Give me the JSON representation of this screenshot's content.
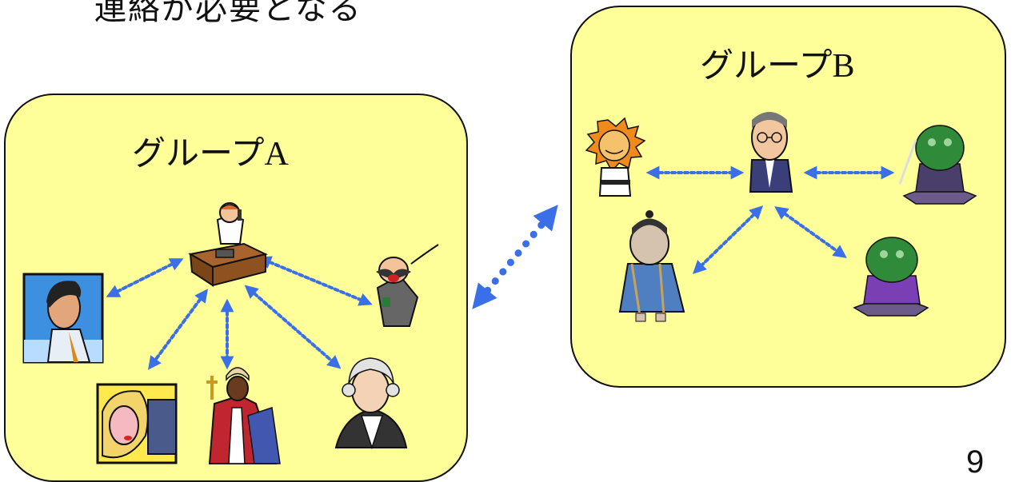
{
  "slide": {
    "heading": "連絡が必要となる",
    "page_number": "9"
  },
  "group_a": {
    "title": "グループA",
    "members": [
      {
        "name": "receptionist-at-desk-icon"
      },
      {
        "name": "businessman-portrait-icon"
      },
      {
        "name": "laughing-man-with-phone-icon"
      },
      {
        "name": "woman-at-computer-icon"
      },
      {
        "name": "priest-with-cross-icon"
      },
      {
        "name": "george-washington-portrait-icon"
      }
    ]
  },
  "group_b": {
    "title": "グループB",
    "members": [
      {
        "name": "glasses-man-in-suit-icon"
      },
      {
        "name": "sun-face-character-icon"
      },
      {
        "name": "green-samurai-with-sword-icon"
      },
      {
        "name": "blue-robe-samurai-icon"
      },
      {
        "name": "green-samurai-purple-robe-icon"
      }
    ]
  },
  "colors": {
    "group_fill": "#ffff99",
    "arrow": "#3a6fe8",
    "border": "#111111"
  }
}
